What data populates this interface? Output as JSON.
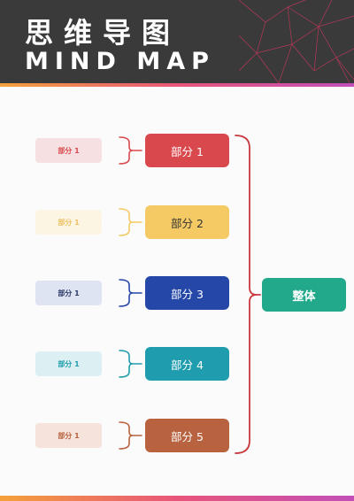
{
  "header": {
    "title_cn": "思维导图",
    "title_en": "MIND MAP"
  },
  "whole": {
    "label": "整体",
    "color": "#22a98b"
  },
  "parts": [
    {
      "label": "部分 1",
      "sub": "部分 1",
      "color": "#d9484d",
      "sub_bg": "#f7e0e1",
      "sub_text": "#d9484d",
      "text": "#ffffff"
    },
    {
      "label": "部分 2",
      "sub": "部分 1",
      "color": "#f5ca64",
      "sub_bg": "#fdf5e4",
      "sub_text": "#eec064",
      "text": "#333333"
    },
    {
      "label": "部分 3",
      "sub": "部分 1",
      "color": "#2547a7",
      "sub_bg": "#dfe4f3",
      "sub_text": "#2a3a66",
      "text": "#ffffff"
    },
    {
      "label": "部分 4",
      "sub": "部分 1",
      "color": "#1f9cad",
      "sub_bg": "#dcf0f4",
      "sub_text": "#1f9cad",
      "text": "#ffffff"
    },
    {
      "label": "部分 5",
      "sub": "部分 1",
      "color": "#b8623f",
      "sub_bg": "#f6e3dc",
      "sub_text": "#b8623f",
      "text": "#ffffff"
    }
  ],
  "brace_color": "#c8393f"
}
